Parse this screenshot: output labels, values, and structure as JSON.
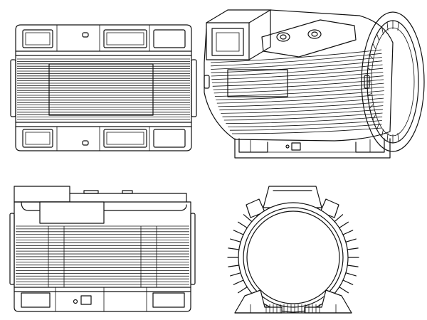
{
  "drawing": {
    "subject": "motor housing",
    "views": [
      {
        "id": "top-view",
        "fins": 26
      },
      {
        "id": "isometric-view",
        "fins": 22
      },
      {
        "id": "side-view",
        "fins": 22
      },
      {
        "id": "end-view",
        "fins": 44
      }
    ],
    "colors": {
      "line": "#111111",
      "background": "#ffffff"
    }
  }
}
